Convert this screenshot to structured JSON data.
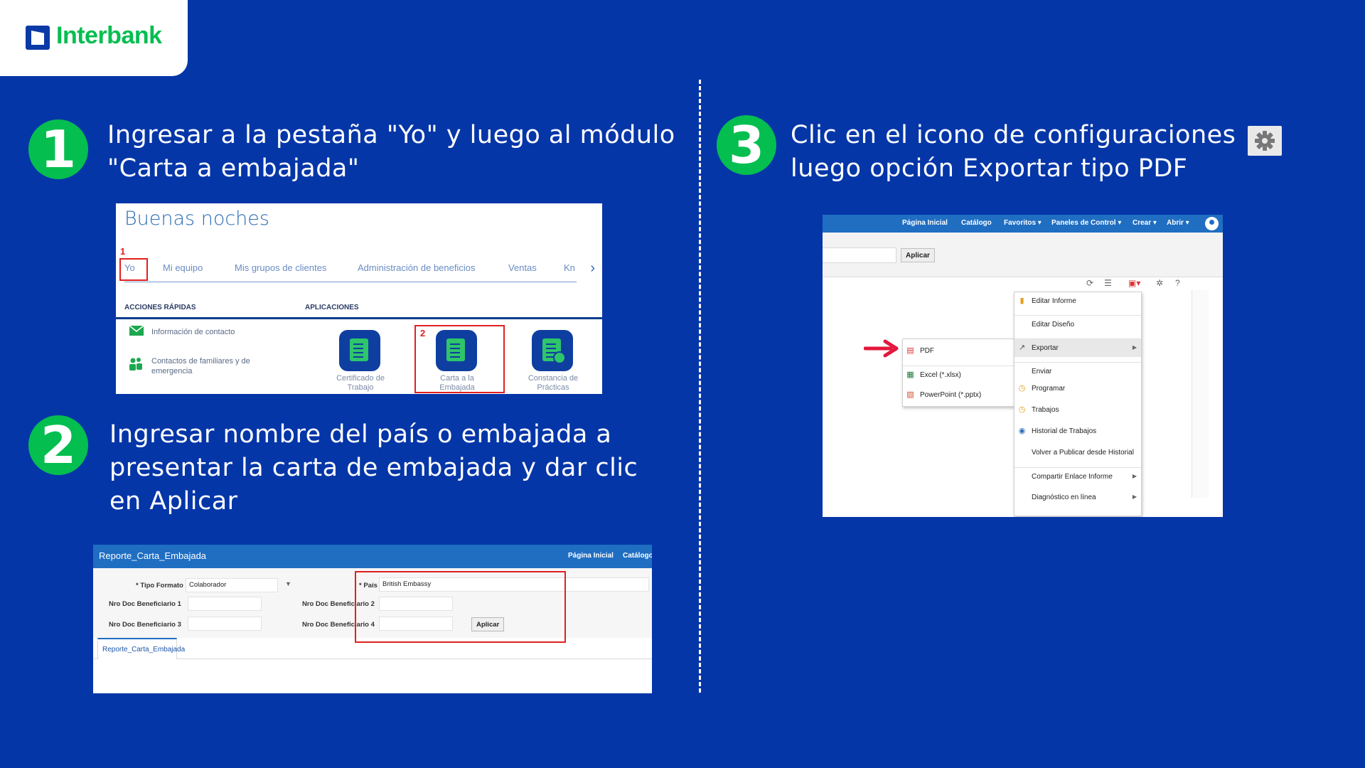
{
  "brand": {
    "name": "Interbank"
  },
  "steps": [
    {
      "number": "1",
      "text": "Ingresar a la pestaña \"Yo\" y luego al módulo \"Carta a embajada\""
    },
    {
      "number": "2",
      "text": "Ingresar nombre del país o embajada a presentar la carta de embajada y dar clic en Aplicar"
    },
    {
      "number": "3",
      "text": "Clic en el icono de configuraciones luego opción Exportar tipo PDF"
    }
  ],
  "shot1": {
    "greeting": "Buenas noches",
    "tabs": [
      "Yo",
      "Mi equipo",
      "Mis grupos de clientes",
      "Administración de beneficios",
      "Ventas",
      "Kn"
    ],
    "marker1": "1",
    "marker2": "2",
    "quick_actions_header": "ACCIONES RÁPIDAS",
    "apps_header": "APLICACIONES",
    "quick_actions": [
      "Información de contacto",
      "Contactos de familiares y de emergencia"
    ],
    "apps": [
      "Certificado de Trabajo",
      "Carta a la Embajada",
      "Constancia de Prácticas"
    ],
    "colors": {
      "accent": "#0e3fa0",
      "highlight": "#e02020"
    }
  },
  "shot2": {
    "report_title": "Reporte_Carta_Embajada",
    "nav": [
      "Página Inicial",
      "Catálogo"
    ],
    "fields": {
      "tipo_formato_label": "* Tipo Formato",
      "tipo_formato_value": "Colaborador",
      "pais_label": "* País",
      "pais_value": "British Embassy",
      "doc1_label": "Nro Doc Beneficiario 1",
      "doc2_label": "Nro Doc Beneficiario 2",
      "doc3_label": "Nro Doc Beneficiario 3",
      "doc4_label": "Nro Doc Beneficiario 4"
    },
    "apply_label": "Aplicar",
    "tab_label": "Reporte_Carta_Embajada"
  },
  "shot3": {
    "nav": [
      "Página Inicial",
      "Catálogo",
      "Favoritos ▾",
      "Paneles de Control ▾",
      "Crear ▾",
      "Abrir ▾"
    ],
    "apply_label": "Aplicar",
    "menu": [
      "Editar Informe",
      "Editar Diseño",
      "Exportar",
      "Enviar",
      "Programar",
      "Trabajos",
      "Historial de Trabajos",
      "Volver a Publicar desde Historial",
      "Compartir Enlace Informe",
      "Diagnóstico en línea"
    ],
    "export_submenu": [
      "PDF",
      "Excel (*.xlsx)",
      "PowerPoint (*.pptx)"
    ],
    "colors": {
      "arrow": "#e3173d",
      "bar": "#1f6ec2"
    }
  }
}
